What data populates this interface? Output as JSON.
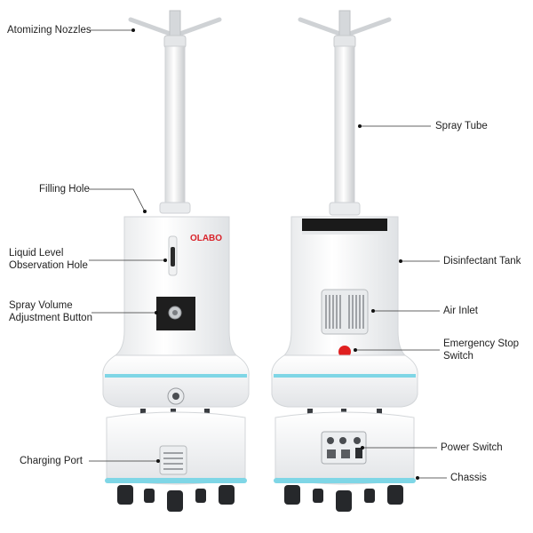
{
  "brand": "OLABO",
  "labels": {
    "atomizing_nozzles": "Atomizing Nozzles",
    "filling_hole": "Filling Hole",
    "liquid_level_line1": "Liquid Level",
    "liquid_level_line2": "Observation Hole",
    "spray_volume_line1": "Spray Volume",
    "spray_volume_line2": "Adjustment Button",
    "charging_port": "Charging Port",
    "spray_tube": "Spray Tube",
    "disinfectant_tank": "Disinfectant Tank",
    "air_inlet": "Air Inlet",
    "emergency_stop_line1": "Emergency Stop",
    "emergency_stop_line2": "Switch",
    "power_switch": "Power Switch",
    "chassis": "Chassis"
  },
  "colors": {
    "accent_stripe": "#7fd6e6",
    "brand_red": "#d9232a",
    "emergency_red": "#e02020",
    "body_white": "#f4f5f6",
    "dark_panel": "#1e1e1e"
  }
}
